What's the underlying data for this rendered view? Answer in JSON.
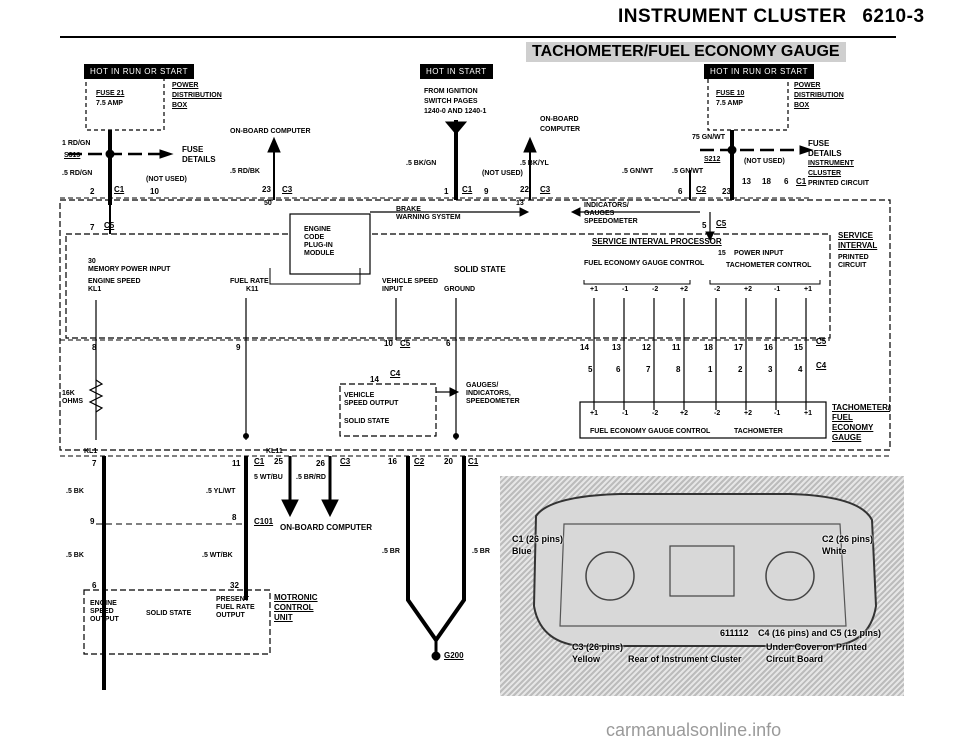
{
  "header": {
    "title": "INSTRUMENT CLUSTER",
    "page": "6210-3"
  },
  "subtitle": "TACHOMETER/FUEL ECONOMY GAUGE",
  "tags": {
    "hot_run_start_1": "HOT IN RUN OR START",
    "hot_start": "HOT IN START",
    "hot_run_start_2": "HOT IN RUN OR START"
  },
  "top": {
    "fuse21": "FUSE 21",
    "fuse21_amp": "7.5 AMP",
    "power_dist_1": "POWER",
    "power_dist_2": "DISTRIBUTION",
    "power_dist_3": "BOX",
    "fuse_details": "FUSE",
    "fuse_details_2": "DETAILS",
    "wire_1rdgn": "1 RD/GN",
    "s319": "S319",
    "wire_5rdgn": ".5 RD/GN",
    "not_used_1": "(NOT USED)",
    "onboard_computer": "ON-BOARD COMPUTER",
    "wire_5rdbk": ".5 RD/BK",
    "from_ignition": "FROM IGNITION",
    "switch_pages": "SWITCH PAGES",
    "pages_ref": "1240-0 AND 1240-1",
    "wire_5bkgn": ".5 BK/GN",
    "wire_5bkyl": ".5 BK/YL",
    "not_used_2": "(NOT USED)",
    "onboard_2": "ON-BOARD",
    "computer_2": "COMPUTER",
    "fuse10": "FUSE 10",
    "fuse10_amp": "7.5 AMP",
    "power_dist_b1": "POWER",
    "power_dist_b2": "DISTRIBUTION",
    "power_dist_b3": "BOX",
    "wire_75gnwt": "75 GN/WT",
    "s212": "S212",
    "not_used_3": "(NOT USED)",
    "wire_5gnwt": ".5 GN/WT",
    "wire_5gnwt2": ".5 GN/WT",
    "fuse_details_r1": "FUSE",
    "fuse_details_r2": "DETAILS",
    "instrument_cluster_1": "INSTRUMENT",
    "instrument_cluster_2": "CLUSTER",
    "printed_circuit": "PRINTED CIRCUIT"
  },
  "pins": {
    "p2": "2",
    "c1a": "C1",
    "p10": "10",
    "p23a": "23",
    "c3a": "C3",
    "p1": "1",
    "c1b": "C1",
    "p9": "9",
    "p22": "22",
    "c3b": "C3",
    "p6": "6",
    "c2": "C2",
    "p23b": "23",
    "p13": "13",
    "p18": "18",
    "p6b": "6",
    "c1c": "C1",
    "p50": "50",
    "p13b": "13",
    "p7": "7",
    "c5": "C5",
    "p5": "5",
    "c5b": "C5",
    "row1": [
      "8",
      "9",
      "10",
      "C5",
      "6",
      "14",
      "13",
      "12",
      "11",
      "18",
      "17",
      "16",
      "15",
      "C5"
    ],
    "row2": [
      "5",
      "6",
      "7",
      "8",
      "1",
      "2",
      "3",
      "4",
      "C4"
    ],
    "p14": "14",
    "c4": "C4",
    "bot": [
      "7",
      "KL1",
      "KL11",
      "11",
      "C1",
      "25",
      "26",
      "C3",
      "16",
      "C2",
      "20",
      "C1"
    ]
  },
  "body": {
    "brake_warning_1": "BRAKE",
    "brake_warning_2": "WARNING SYSTEM",
    "ecm_1": "ENGINE",
    "ecm_2": "CODE",
    "ecm_3": "PLUG-IN",
    "ecm_4": "MODULE",
    "ind_1": "INDICATORS/",
    "ind_2": "GAUGES",
    "ind_3": "SPEEDOMETER",
    "service_interval": "SERVICE INTERVAL PROCESSOR",
    "service_box_1": "SERVICE",
    "service_box_2": "INTERVAL",
    "printed": "PRINTED",
    "circuit": "CIRCUIT",
    "kl30": "30",
    "mem_power": "MEMORY POWER INPUT",
    "engine_speed": "ENGINE SPEED",
    "kl1": "KL1",
    "fuel_rate": "FUEL RATE",
    "k11": "K11",
    "vehicle_speed": "VEHICLE SPEED",
    "input": "INPUT",
    "solid_state": "SOLID STATE",
    "ground": "GROUND",
    "fuel_econ_ctrl": "FUEL ECONOMY GAUGE CONTROL",
    "p15": "15",
    "power_input": "POWER INPUT",
    "tach_ctrl": "TACHOMETER CONTROL",
    "signs_a": [
      "+1",
      "-1",
      "-2",
      "+2",
      "-2",
      "+2",
      "-1",
      "+1"
    ],
    "ohms_1": "16K",
    "ohms_2": "OHMS",
    "gauges_ind_1": "GAUGES/",
    "gauges_ind_2": "INDICATORS,",
    "gauges_ind_3": "SPEEDOMETER",
    "vso_1": "VEHICLE",
    "vso_2": "SPEED OUTPUT",
    "vso_3": "SOLID STATE",
    "signs_b": [
      "+1",
      "-1",
      "-2",
      "+2",
      "-2",
      "+2",
      "-1",
      "+1"
    ],
    "fuel_econ_ctrl_b": "FUEL ECONOMY GAUGE CONTROL",
    "tachometer": "TACHOMETER",
    "tfe_1": "TACHOMETER/",
    "tfe_2": "FUEL",
    "tfe_3": "ECONOMY",
    "tfe_4": "GAUGE"
  },
  "lower": {
    "w_5bk": ".5 BK",
    "w_5ylwt": ".5 YL/WT",
    "w_5wtbu": "5 WT/BU",
    "w_5brrd": ".5 BR/RD",
    "p9": "9",
    "p8": "8",
    "c101": "C101",
    "onboard_computer": "ON-BOARD COMPUTER",
    "w_5bk2": ".5 BK",
    "w_5wtbk": ".5 WT/BK",
    "w_5br1": ".5 BR",
    "w_5br2": ".5 BR",
    "p6": "6",
    "p32": "32",
    "esp_1": "ENGINE",
    "esp_2": "SPEED",
    "esp_3": "OUTPUT",
    "solid_state": "SOLID STATE",
    "pfr_1": "PRESENT",
    "pfr_2": "FUEL RATE",
    "pfr_3": "OUTPUT",
    "motronic_1": "MOTRONIC",
    "motronic_2": "CONTROL",
    "motronic_3": "UNIT",
    "g200": "G200"
  },
  "photo": {
    "c1": "C1 (26 pins)",
    "c1c": "Blue",
    "c2": "C2 (26 pins)",
    "c2c": "White",
    "c3": "C3 (26 pins)",
    "c3c": "Yellow",
    "ref": "611112",
    "c4": "C4 (16 pins) and C5 (19 pins)",
    "under": "Under Cover on Printed",
    "board": "Circuit Board",
    "rear": "Rear of Instrument Cluster"
  },
  "watermark": "carmanualsonline.info"
}
